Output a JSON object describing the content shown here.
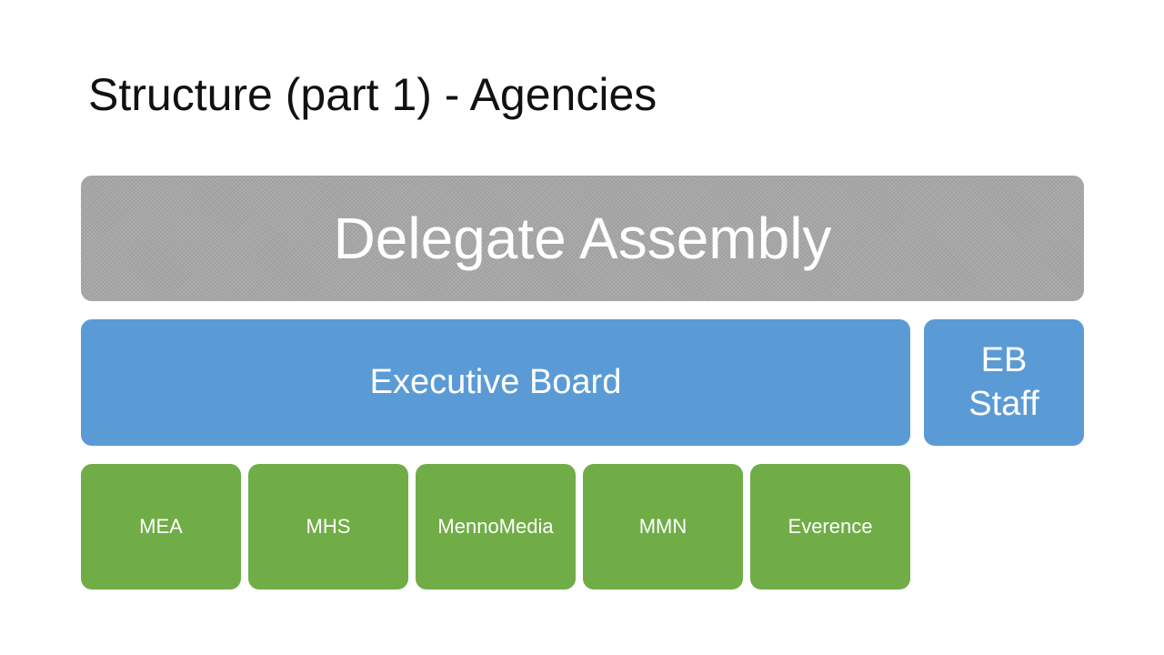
{
  "slide": {
    "title": "Structure (part 1) - Agencies"
  },
  "diagram": {
    "top_level": {
      "label": "Delegate Assembly",
      "color": "#a6a6a6"
    },
    "board": {
      "label": "Executive Board",
      "color": "#5b9bd5"
    },
    "staff": {
      "line1": "EB",
      "line2": "Staff",
      "color": "#5b9bd5"
    },
    "agencies": [
      {
        "label": "MEA"
      },
      {
        "label": "MHS"
      },
      {
        "label": "MennoMedia"
      },
      {
        "label": "MMN"
      },
      {
        "label": "Everence"
      }
    ],
    "agency_color": "#70ad47"
  }
}
